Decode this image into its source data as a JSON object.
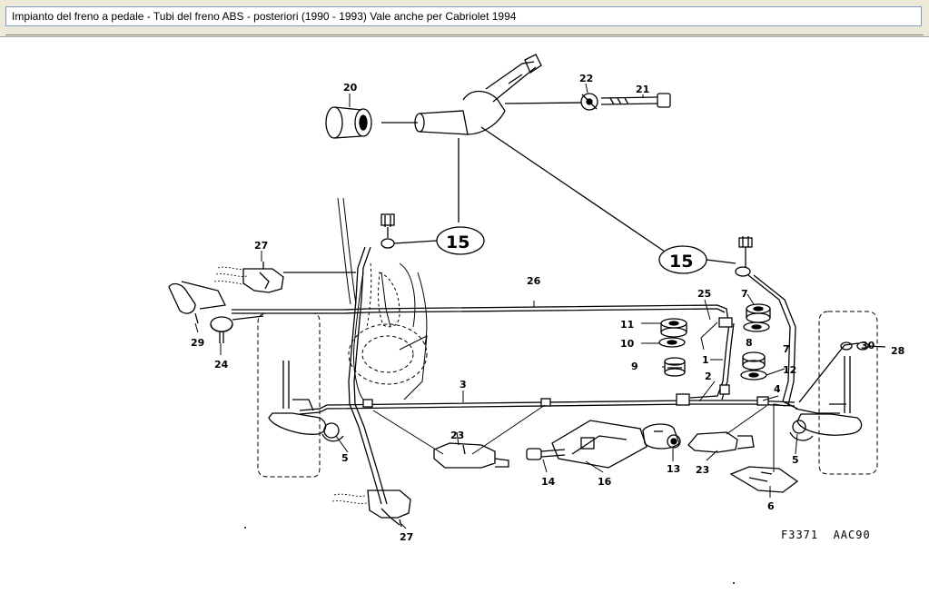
{
  "header": {
    "title": "Impianto del freno a pedale - Tubi del freno ABS - posteriori   (1990 - 1993)   Vale anche per Cabriolet 1994"
  },
  "diagram": {
    "ref_code": "F3371  AAC90",
    "callouts": [
      {
        "id": "c20",
        "label": "20"
      },
      {
        "id": "c22",
        "label": "22"
      },
      {
        "id": "c21",
        "label": "21"
      },
      {
        "id": "c15a",
        "label": "15"
      },
      {
        "id": "c15b",
        "label": "15"
      },
      {
        "id": "c27a",
        "label": "27"
      },
      {
        "id": "c26",
        "label": "26"
      },
      {
        "id": "c25",
        "label": "25"
      },
      {
        "id": "c7a",
        "label": "7"
      },
      {
        "id": "c29",
        "label": "29"
      },
      {
        "id": "c24",
        "label": "24"
      },
      {
        "id": "c11",
        "label": "11"
      },
      {
        "id": "c10",
        "label": "10"
      },
      {
        "id": "c9",
        "label": "9"
      },
      {
        "id": "c8",
        "label": "8"
      },
      {
        "id": "c7b",
        "label": "7"
      },
      {
        "id": "c1",
        "label": "1"
      },
      {
        "id": "c12",
        "label": "12"
      },
      {
        "id": "c2",
        "label": "2"
      },
      {
        "id": "c3",
        "label": "3"
      },
      {
        "id": "c4",
        "label": "4"
      },
      {
        "id": "c28",
        "label": "28"
      },
      {
        "id": "c30",
        "label": "30"
      },
      {
        "id": "c5a",
        "label": "5"
      },
      {
        "id": "c5b",
        "label": "5"
      },
      {
        "id": "c23a",
        "label": "23"
      },
      {
        "id": "c23b",
        "label": "23"
      },
      {
        "id": "c14",
        "label": "14"
      },
      {
        "id": "c16",
        "label": "16"
      },
      {
        "id": "c13",
        "label": "13"
      },
      {
        "id": "c6",
        "label": "6"
      },
      {
        "id": "c27b",
        "label": "27"
      }
    ]
  }
}
